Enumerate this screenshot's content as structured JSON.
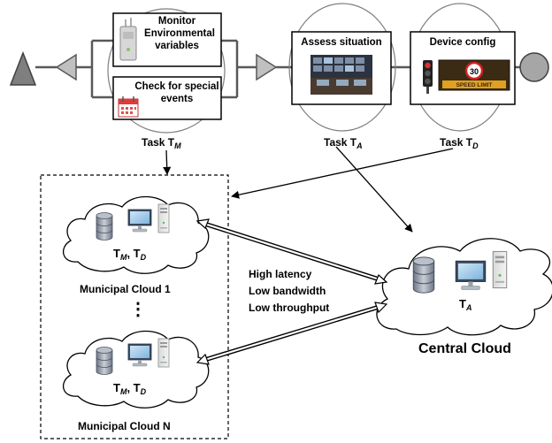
{
  "tasks": {
    "monitor_label": "Monitor Environmental variables",
    "monitor_line1": "Monitor",
    "monitor_line2": "Environmental",
    "monitor_line3": "variables",
    "special_line1": "Check for special",
    "special_line2": "events",
    "assess_label": "Assess situation",
    "device_label": "Device config",
    "task_m_prefix": "Task T",
    "task_m_sub": "M",
    "task_a_prefix": "Task T",
    "task_a_sub": "A",
    "task_d_prefix": "Task T",
    "task_d_sub": "D"
  },
  "icons": {
    "speed_sign_number": "30",
    "speed_sign_text": "SPEED LIMIT"
  },
  "municipal_cloud_1": {
    "tasks_t1": "T",
    "tasks_s1": "M",
    "tasks_t2": ", T",
    "tasks_s2": "D",
    "name": "Municipal Cloud 1"
  },
  "ellipsis": "⋮",
  "municipal_cloud_n": {
    "tasks_t1": "T",
    "tasks_s1": "M",
    "tasks_t2": ", T",
    "tasks_s2": "D",
    "name": "Municipal Cloud N"
  },
  "link_properties": {
    "line1": "High latency",
    "line2": "Low bandwidth",
    "line3": "Low throughput"
  },
  "central_cloud": {
    "task_t": "T",
    "task_s": "A",
    "name": "Central Cloud"
  },
  "colors": {
    "gateway_fill": "#c0c0c0",
    "start_fill": "#7f7f7f",
    "end_fill": "#a6a6a6",
    "stroke": "#595959",
    "calendar_red": "#e03a3a",
    "sign_orange": "#e0a020"
  }
}
